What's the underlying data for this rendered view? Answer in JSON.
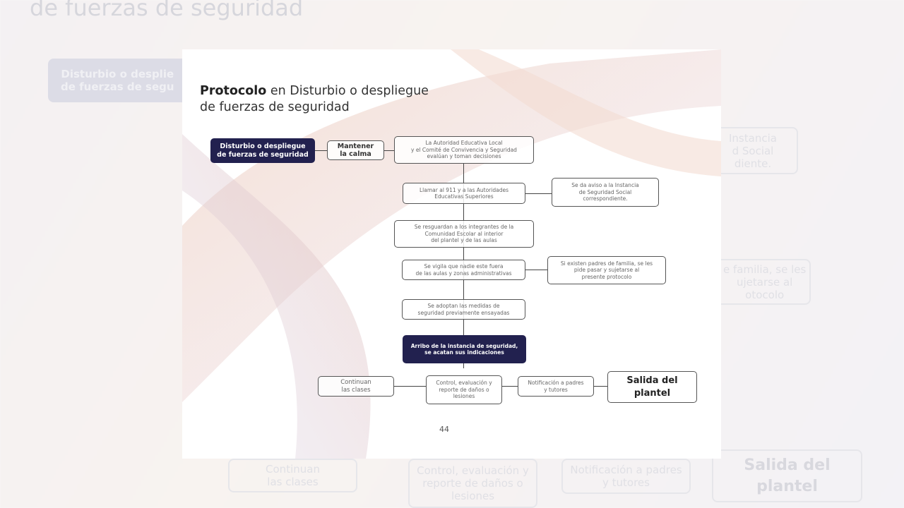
{
  "background": {
    "title": "de fuerzas de seguridad",
    "start_box": "Disturbio o desplie\nde fuerzas de segu",
    "right_box_1": "Instancia\nd Social\ndiente.",
    "right_box_2": "e familia, se les\nujetarse al\notocolo",
    "bottom_boxes": [
      "Continuan\nlas clases",
      "Control, evaluación y\nreporte de daños o\nlesiones",
      "Notificación a padres\ny tutores",
      "Salida del\nplantel"
    ]
  },
  "page": {
    "title_bold": "Protocolo",
    "title_rest": " en Disturbio o despliegue",
    "title_line2": "de fuerzas de seguridad",
    "page_number": "44",
    "colors": {
      "navy": "#22214f"
    },
    "nodes": {
      "start": "Disturbio o despliegue\nde fuerzas de seguridad",
      "calm": "Mantener\nla calma",
      "authority": "La Autoridad Educativa Local\ny el Comité de Convivencia y Seguridad\nevalúan y toman decisiones",
      "call911": "Llamar al 911 y a las Autoridades\nEducativas Superiores",
      "notice": "Se da aviso a la Instancia\nde Seguridad Social\ncorrespondiente.",
      "protect": "Se resguardan a los integrantes de la\nComunidad Escolar al interior\ndel plantel y de las aulas",
      "watch": "Se vigila que nadie este fuera\nde las aulas y zonas administrativas",
      "parents": "Si existen padres de familia, se les\npide pasar y sujetarse al\npresente protocolo",
      "measures": "Se adoptan las medidas de\nseguridad previamente ensayadas",
      "arrival": "Arribo de la instancia de seguridad,\nse acatan sus indicaciones",
      "continue": "Continuan\nlas clases",
      "control": "Control, evaluación y\nreporte de daños o\nlesiones",
      "notify": "Notificación a padres\ny tutores",
      "exit": "Salida del\nplantel"
    }
  }
}
